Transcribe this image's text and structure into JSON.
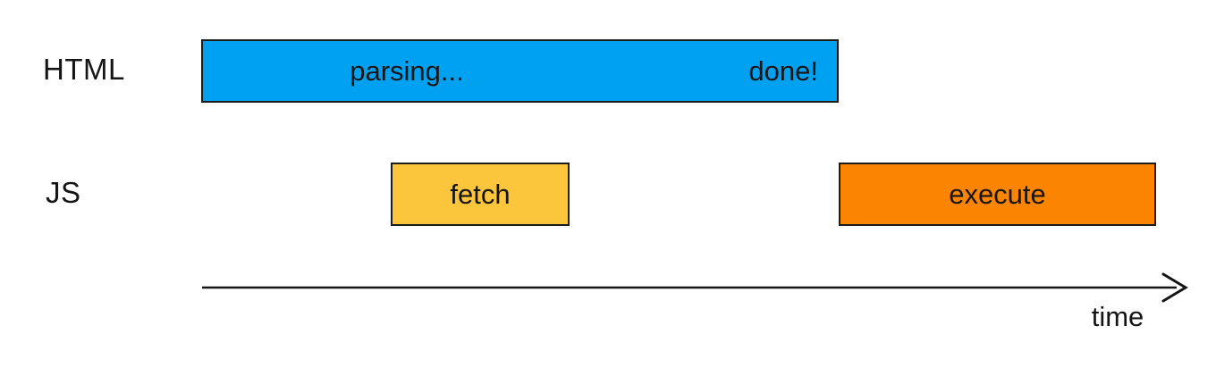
{
  "rows": {
    "html_label": "HTML",
    "js_label": "JS"
  },
  "bars": {
    "parsing": {
      "text_left": "parsing...",
      "text_right": "done!",
      "color": "#00a1f1",
      "border_color": "#1c1c1c"
    },
    "fetch": {
      "text": "fetch",
      "color": "#fcc63c",
      "border_color": "#1c1c1c"
    },
    "execute": {
      "text": "execute",
      "color": "#fb8500",
      "border_color": "#1c1c1c"
    }
  },
  "axis": {
    "label": "time",
    "color": "#151515"
  },
  "colors": {
    "background": "#ffffff",
    "text": "#151515"
  }
}
